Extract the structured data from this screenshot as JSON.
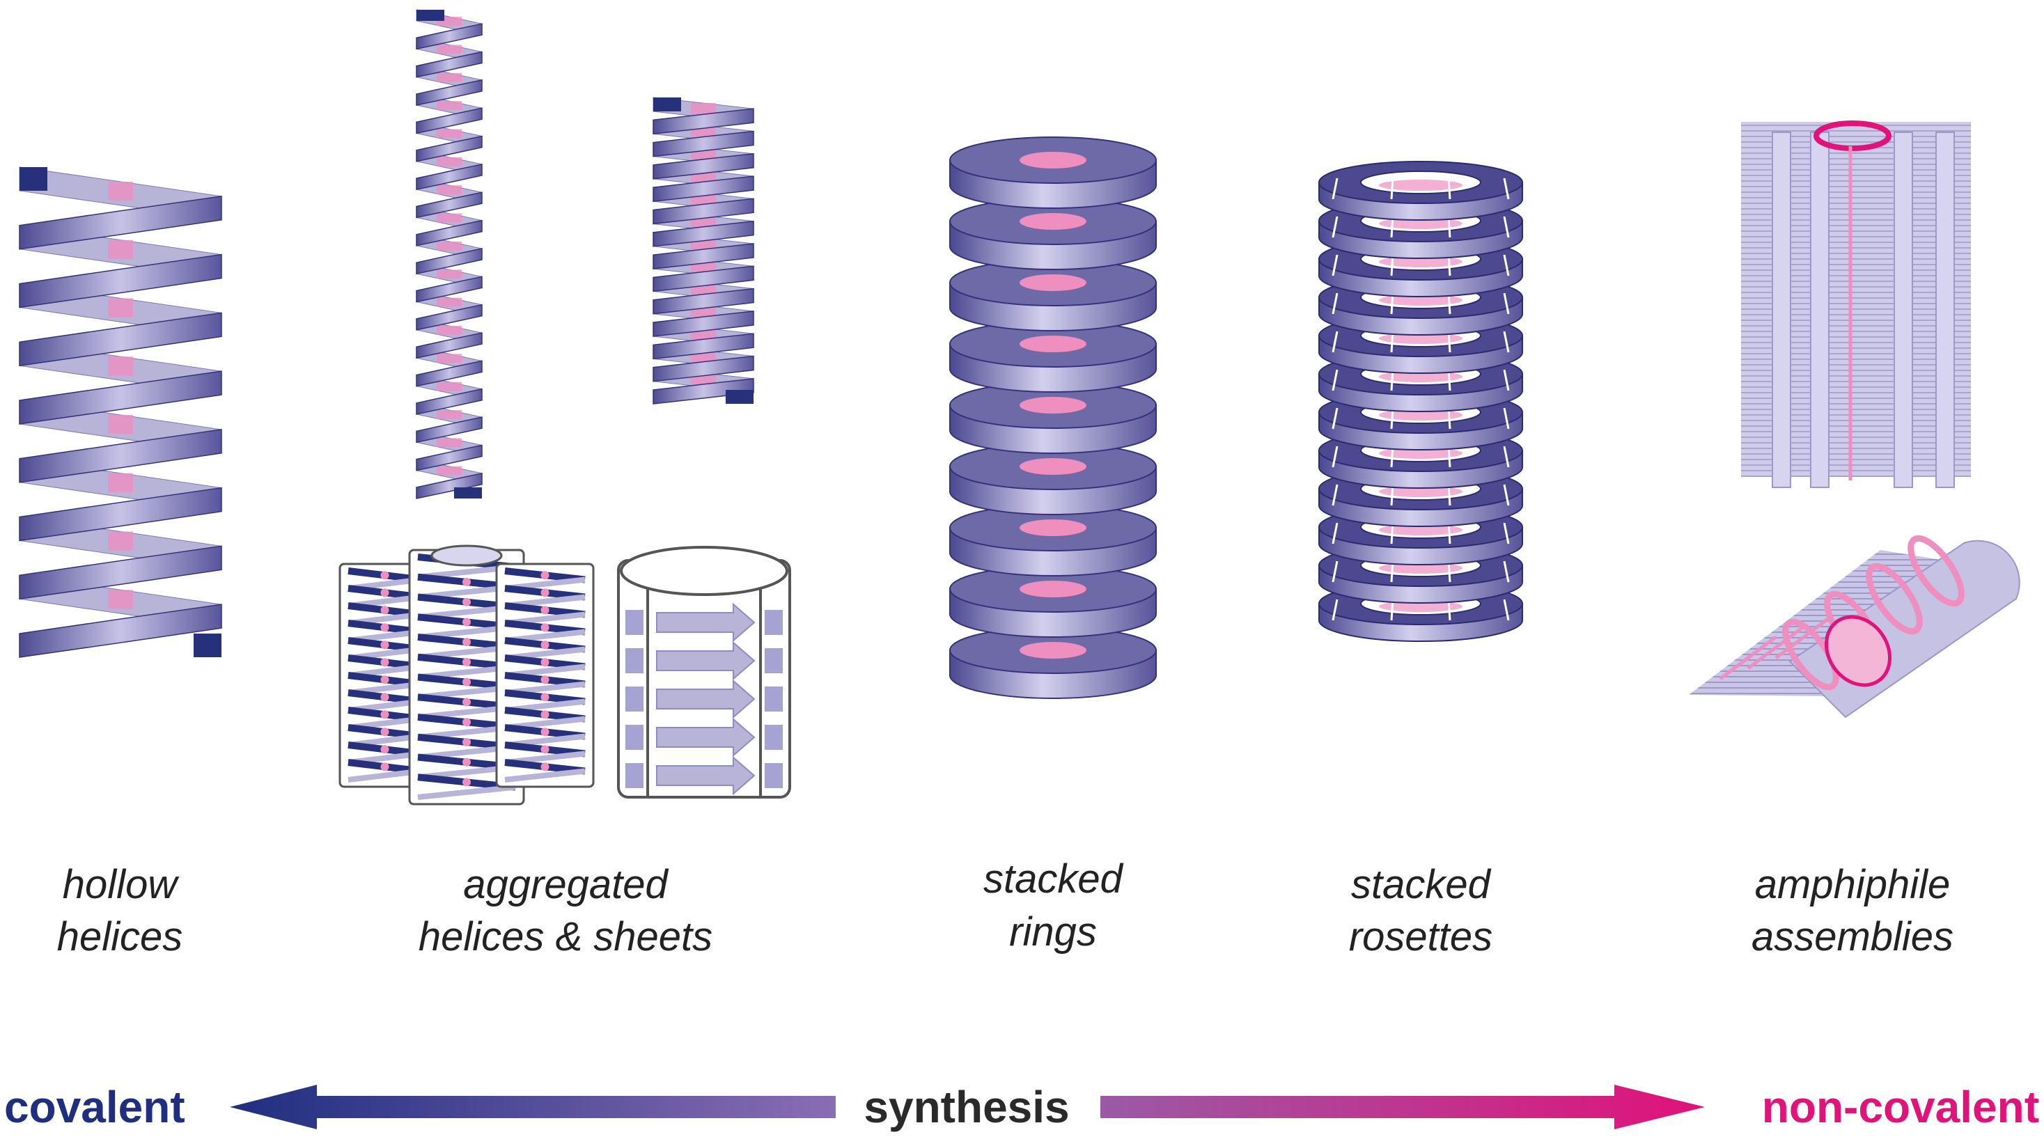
{
  "categories": [
    {
      "line1": "hollow",
      "line2": "helices"
    },
    {
      "line1": "aggregated",
      "line2": "helices & sheets"
    },
    {
      "line1": "stacked",
      "line2": "rings"
    },
    {
      "line1": "stacked",
      "line2": "rosettes"
    },
    {
      "line1": "amphiphile",
      "line2": "assemblies"
    }
  ],
  "axis": {
    "left_label": "covalent",
    "center_label": "synthesis",
    "right_label": "non-covalent"
  },
  "colors": {
    "navy": "#27307a",
    "purple": "#6e6aa8",
    "lavender": "#b7b4d8",
    "pink": "#ee8fc0",
    "magenta": "#e0137a",
    "outline": "#555555"
  }
}
